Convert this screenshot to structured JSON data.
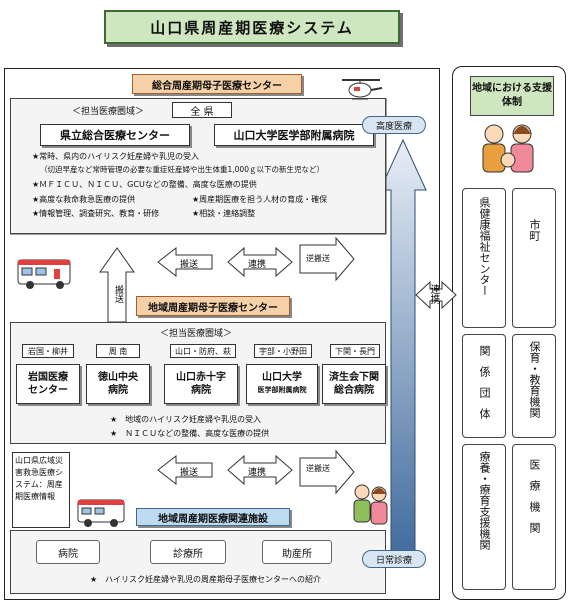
{
  "title": "山口県周産期医療システム",
  "top_center": {
    "name": "総合周産期母子医療センター",
    "area_label": "＜担当医療圏域＞",
    "area": "全 県",
    "hospitals": [
      "県立総合医療センター",
      "山口大学医学部附属病院"
    ],
    "items": [
      "★常時、県内のハイリスク妊産婦や乳児の受入",
      "（切迫早産など常時管理の必要な重症妊産婦や出生体重1,000ｇ以下の新生児など）",
      "★ＭＦＩＣＵ、ＮＩＣＵ、GCUなどの整備、高度な医療の提供",
      "★高度な救命救急医療の提供",
      "★周産期医療を担う人材の育成・確保",
      "★情報管理、調査研究、教育・研修",
      "★相談・連絡調整"
    ]
  },
  "upper_links": {
    "transport": "搬送",
    "cooperate": "連携",
    "reverse": "逆搬送",
    "up": "搬送"
  },
  "regional_center": {
    "name": "地域周産期母子医療センター",
    "area_label": "＜担当医療圏域＞",
    "areas": [
      "岩国・柳井",
      "周 南",
      "山口・防府、萩",
      "宇部・小野田",
      "下関・長門"
    ],
    "hospitals": [
      {
        "line1": "岩国医療",
        "line2": "センター"
      },
      {
        "line1": "徳山中央",
        "line2": "病院"
      },
      {
        "line1": "山口赤十字",
        "line2": "病院"
      },
      {
        "line1": "山口大学",
        "line2": "医学部附属病院"
      },
      {
        "line1": "済生会下関",
        "line2": "総合病院"
      }
    ],
    "items": [
      "★　地域のハイリスク妊産婦や乳児の受入",
      "★　ＮＩＣＵなどの整備、高度な医療の提供"
    ]
  },
  "lower_links": {
    "transport": "搬送",
    "cooperate": "連携",
    "reverse": "逆搬送"
  },
  "disaster_box": "山口県広域災害救急医療システム：周産期医療情報",
  "related_facilities": {
    "name": "地域周産期医療関連施設",
    "facilities": [
      "病院",
      "診療所",
      "助産所"
    ],
    "note": "★　ハイリスク妊産婦や乳児の周産期母子医療センターへの紹介"
  },
  "axis": {
    "top": "高度医療",
    "bottom": "日常診療",
    "link": "連携"
  },
  "side": {
    "title": "地域における支援体制",
    "boxes": [
      "県健康福祉センター",
      "市町",
      "関係団体",
      "保育・教育機関",
      "療養・療育支援機関",
      "医療機関"
    ]
  },
  "colors": {
    "title_bg": "#cfe7c0",
    "orange": "#f6d1a8",
    "blue": "#bcdaf0",
    "arrow": "#4a6fa0"
  }
}
